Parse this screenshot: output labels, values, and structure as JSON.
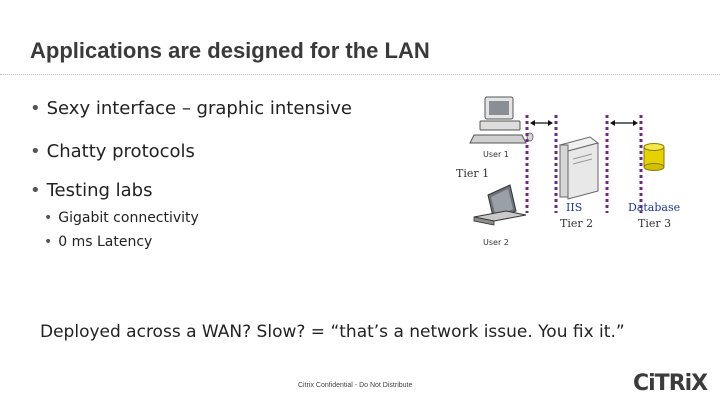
{
  "slide": {
    "title": "Applications are designed for the LAN",
    "bullets": [
      "Sexy interface – graphic intensive",
      "Chatty protocols",
      "Testing labs"
    ],
    "sub_bullets": [
      "Gigabit connectivity",
      "0 ms Latency"
    ],
    "bullet_symbol": "•",
    "bottom_text": "Deployed across a WAN? Slow? = “that’s a network issue. You fix it.”",
    "footer": "Citrix Confidential - Do Not Distribute",
    "logo_text": "CiTRiX"
  },
  "diagram": {
    "user1": "User 1",
    "user2": "User 2",
    "tier1": "Tier 1",
    "iis": "IIS",
    "tier2": "Tier 2",
    "database": "Database",
    "tier3": "Tier 3"
  },
  "colors": {
    "divider": "#6b2c7a",
    "label_blue": "#1e3a8a",
    "cylinder": "#e6d200",
    "title": "#3a3a3a"
  }
}
